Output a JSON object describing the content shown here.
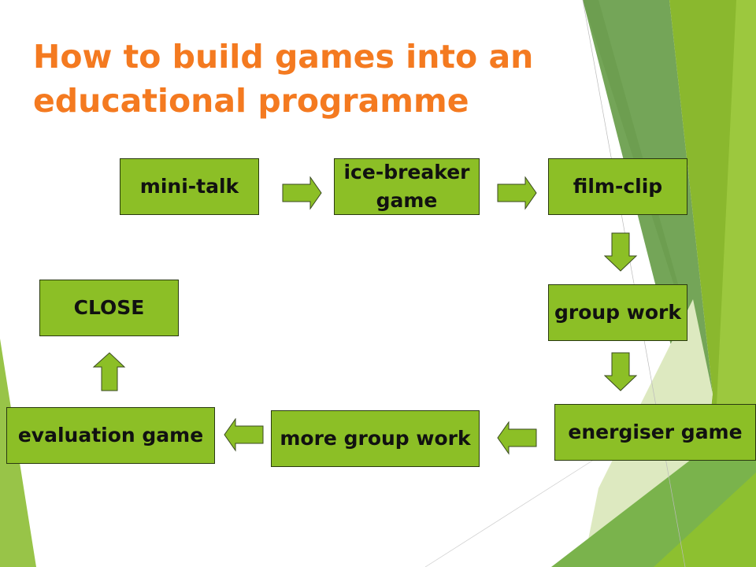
{
  "title_line1": "How to build games into an",
  "title_line2": "educational programme",
  "steps": {
    "mini_talk": "mini-talk",
    "ice_breaker": "ice-breaker game",
    "film_clip": "film-clip",
    "group_work": "group work",
    "energiser": "energiser game",
    "more_group_work": "more group work",
    "evaluation": "evaluation game",
    "close": "CLOSE"
  },
  "colors": {
    "title": "#f47a20",
    "box": "#8cbf26"
  }
}
